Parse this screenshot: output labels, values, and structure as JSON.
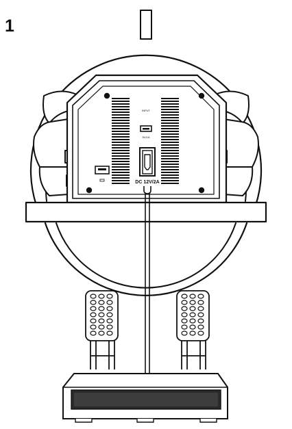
{
  "step": {
    "number": "1"
  },
  "device": {
    "port_label": "DC 12V/2A",
    "port_top_small_text": "INPUT",
    "port_top_sub_text": "5V/1A"
  }
}
